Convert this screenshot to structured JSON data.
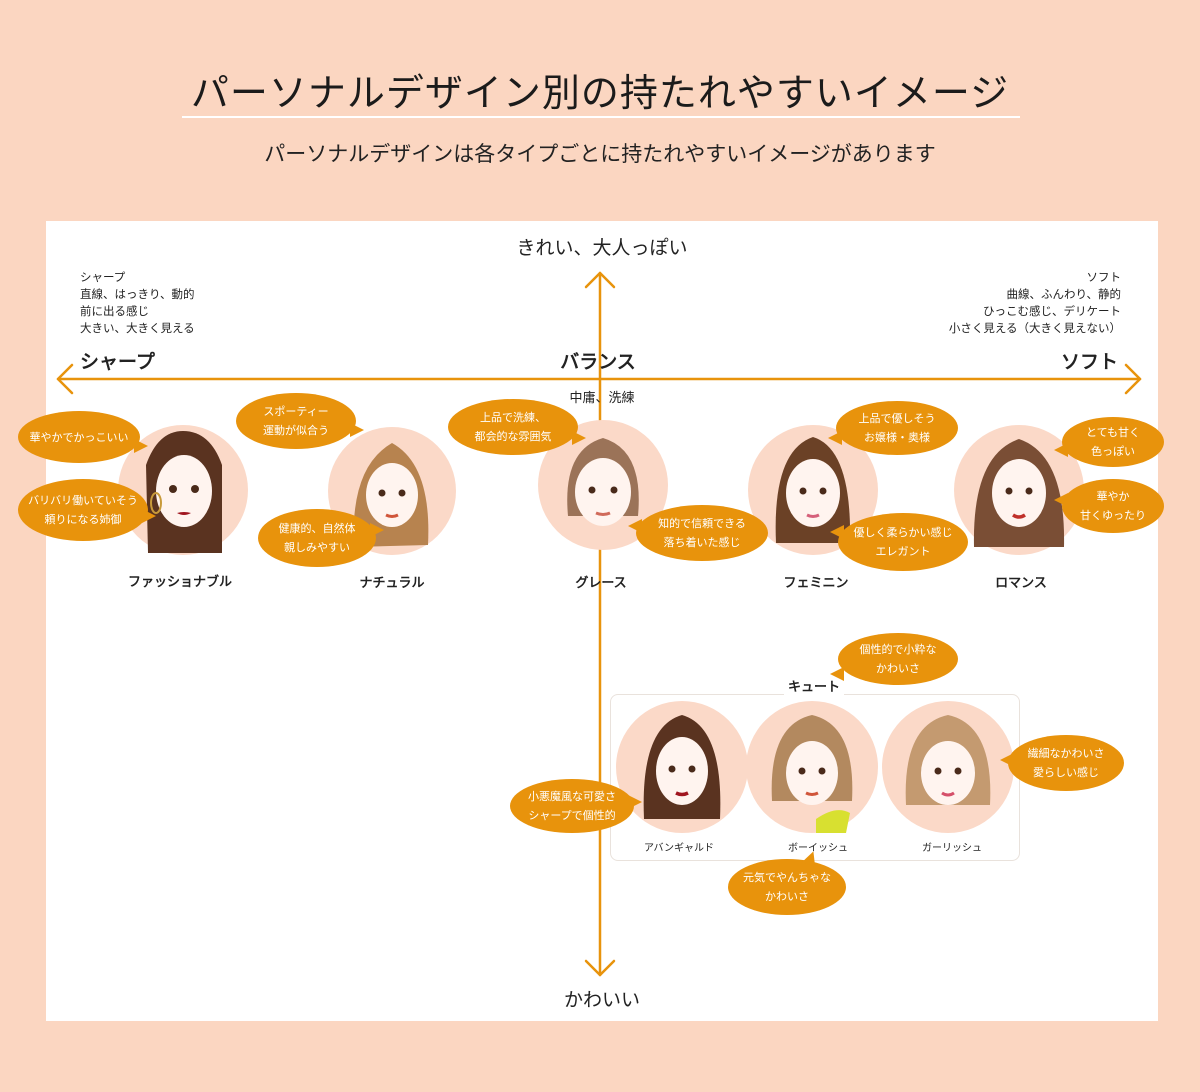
{
  "title": "パーソナルデザイン別の持たれやすいイメージ",
  "subtitle": "パーソナルデザインは各タイプごとに持たれやすいイメージがあります",
  "axes": {
    "top": "きれい、大人っぽい",
    "bottom": "かわいい",
    "left": "シャープ",
    "center": "バランス",
    "right": "ソフト",
    "center_desc": "中庸、洗練"
  },
  "sharp_desc": [
    "シャープ",
    "直線、はっきり、動的",
    "前に出る感じ",
    "大きい、大きく見える"
  ],
  "soft_desc": [
    "ソフト",
    "曲線、ふんわり、静的",
    "ひっこむ感じ、デリケート",
    "小さく見える（大きく見えない）"
  ],
  "types": [
    {
      "name": "ファッショナブル",
      "bubbles": [
        "華やかでかっこいい",
        "バリバリ働いていそう\n頼りになる姉御"
      ]
    },
    {
      "name": "ナチュラル",
      "bubbles": [
        "スポーティー\n運動が似合う",
        "健康的、自然体\n親しみやすい"
      ]
    },
    {
      "name": "グレース",
      "bubbles": [
        "上品で洗練、\n都会的な雰囲気",
        "知的で信頼できる\n落ち着いた感じ"
      ]
    },
    {
      "name": "フェミニン",
      "bubbles": [
        "上品で優しそう\nお嬢様・奥様",
        "優しく柔らかい感じ\nエレガント"
      ]
    },
    {
      "name": "ロマンス",
      "bubbles": [
        "とても甘く\n色っぽい",
        "華やか\n甘くゆったり"
      ]
    }
  ],
  "cute": {
    "label": "キュート",
    "bubble": "個性的で小粋な\nかわいさ",
    "types": [
      {
        "name": "アバンギャルド",
        "bubble": "小悪魔風な可愛さ\nシャープで個性的"
      },
      {
        "name": "ボーイッシュ",
        "bubble": "元気でやんちゃな\nかわいさ"
      },
      {
        "name": "ガーリッシュ",
        "bubble": "繊細なかわいさ\n愛らしい感じ"
      }
    ]
  },
  "colors": {
    "background": "#fbd6c1",
    "accent": "#e8930c",
    "panel": "#ffffff",
    "face_circle": "#fbd9c8"
  }
}
